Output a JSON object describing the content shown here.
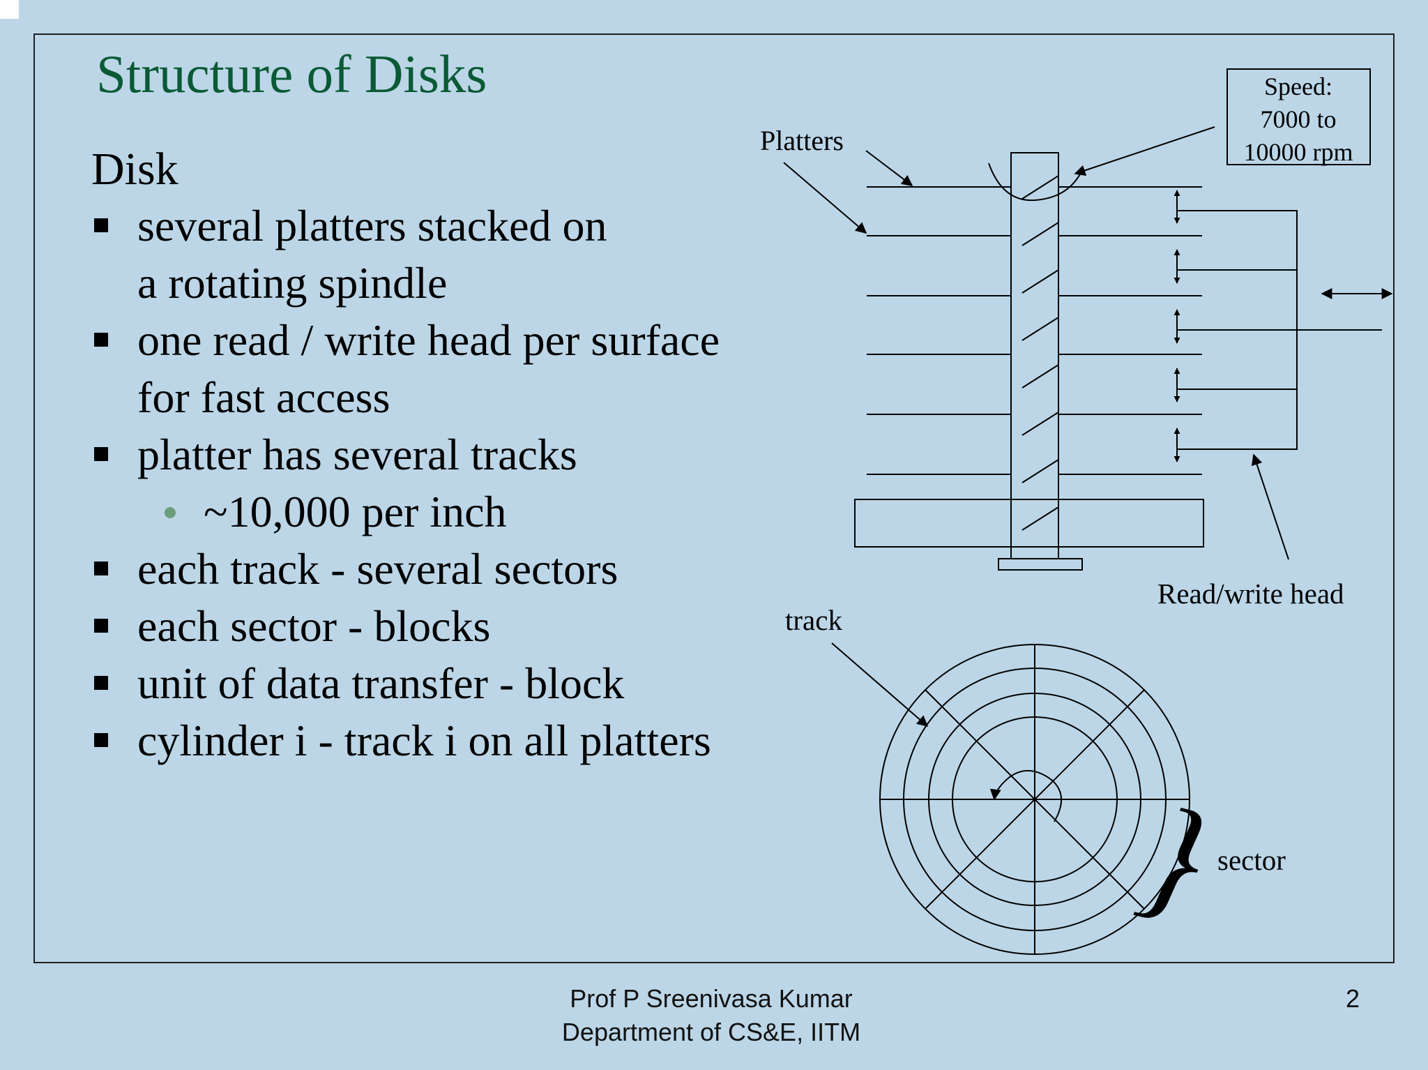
{
  "slide": {
    "title": "Structure of Disks",
    "heading": "Disk",
    "bullets": [
      {
        "lines": [
          "several platters stacked on",
          "a rotating spindle"
        ]
      },
      {
        "lines": [
          "one read / write head per surface",
          "for fast access"
        ]
      },
      {
        "lines": [
          "platter has several tracks"
        ],
        "sub": "~10,000 per inch"
      },
      {
        "lines": [
          "each track - several sectors"
        ]
      },
      {
        "lines": [
          "each sector - blocks"
        ]
      },
      {
        "lines": [
          "unit of data transfer - block"
        ]
      },
      {
        "lines": [
          "cylinder i - track i on all platters"
        ]
      }
    ]
  },
  "diagram": {
    "platters_label": "Platters",
    "speed_label": [
      "Speed:",
      "7000 to",
      "10000 rpm"
    ],
    "read_write_head_label": "Read/write head",
    "track_label": "track",
    "sector_label": "sector"
  },
  "footer": {
    "author": "Prof P Sreenivasa Kumar",
    "department": "Department of CS&E, IITM",
    "page_number": "2"
  },
  "colors": {
    "background": "#bcd6e7",
    "title": "#0a5a35",
    "sub_bullet": "#6a9e78"
  }
}
